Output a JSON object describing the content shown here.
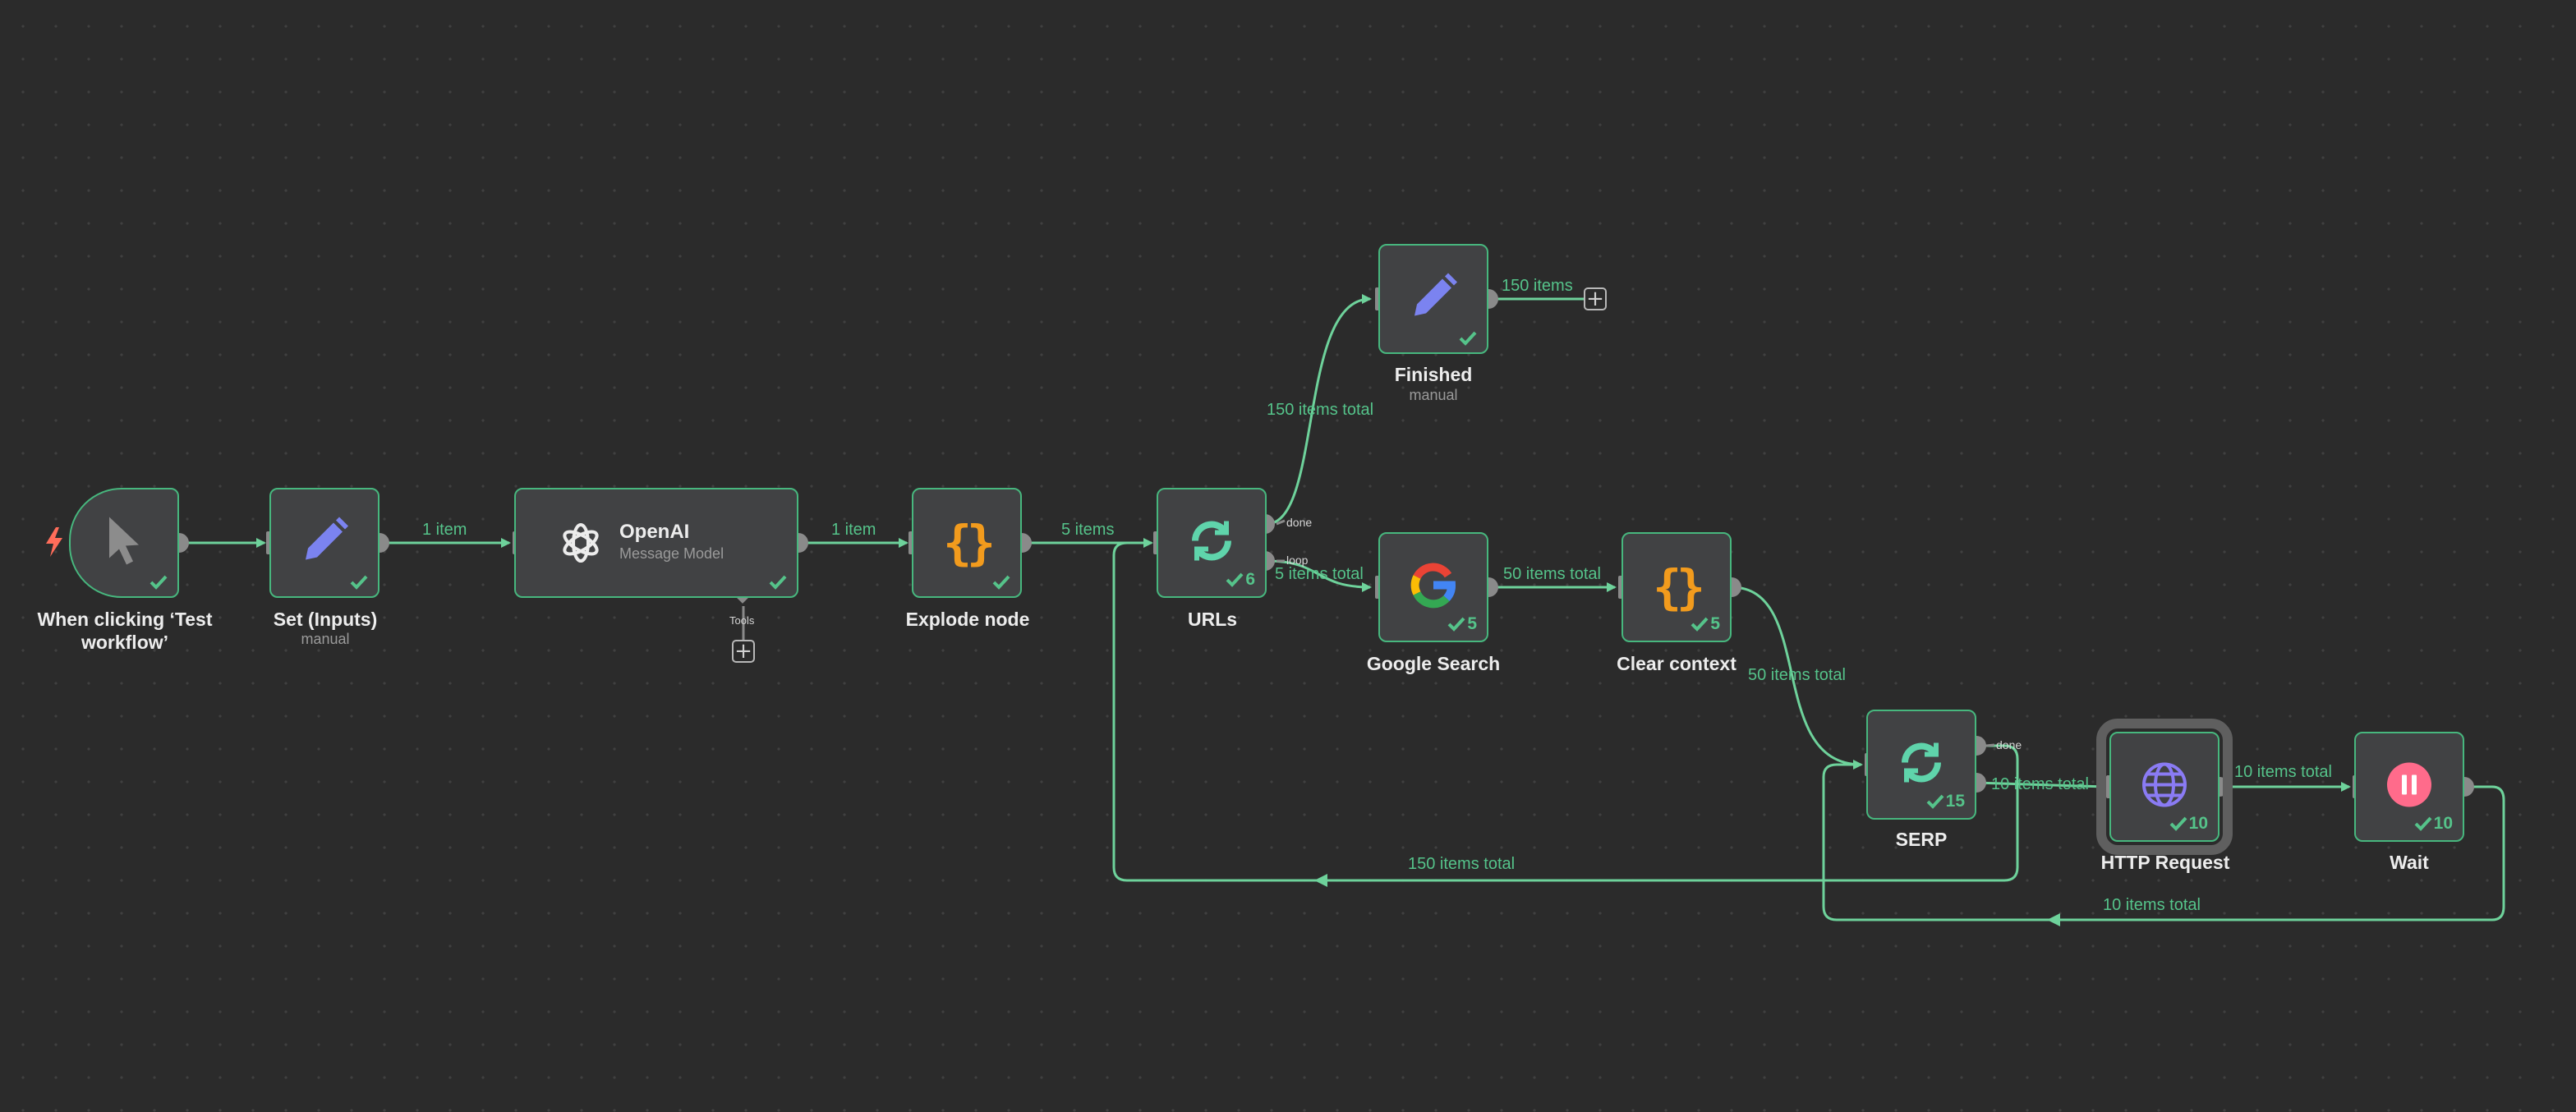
{
  "colors": {
    "canvas": "#2b2b2b",
    "node": "#414244",
    "success": "#47b77e",
    "edge": "#6ed29b",
    "port": "#8a8a8a",
    "text": "#ededed",
    "subtext": "#9a9a9a",
    "trigger": "#ff6d5a",
    "pencil": "#7b83f0",
    "code": "#f29b1d",
    "loop": "#5fd4ab",
    "http": "#8a7bf4",
    "wait": "#ff6b8b"
  },
  "nodes": {
    "trigger": {
      "label": "When clicking ‘Test workflow’",
      "icon": "cursor-icon"
    },
    "set_inputs": {
      "label": "Set (Inputs)",
      "sub": "manual",
      "icon": "pencil-icon"
    },
    "openai": {
      "title": "OpenAI",
      "sub": "Message Model",
      "tools_label": "Tools",
      "icon": "openai-icon"
    },
    "explode": {
      "label": "Explode node",
      "icon": "code-braces-icon"
    },
    "urls": {
      "label": "URLs",
      "count": "6",
      "icon": "loop-icon",
      "port_done": "done",
      "port_loop": "loop"
    },
    "finished": {
      "label": "Finished",
      "sub": "manual",
      "icon": "pencil-icon"
    },
    "google": {
      "label": "Google Search",
      "count": "5",
      "icon": "google-icon"
    },
    "clear": {
      "label": "Clear context",
      "count": "5",
      "icon": "code-braces-icon"
    },
    "serp": {
      "label": "SERP",
      "count": "15",
      "icon": "loop-icon",
      "port_done": "done"
    },
    "http": {
      "label": "HTTP Request",
      "count": "10",
      "icon": "globe-icon"
    },
    "wait": {
      "label": "Wait",
      "count": "10",
      "icon": "pause-icon"
    }
  },
  "edges": {
    "trigger_set": "1 item",
    "openai_explode": "1 item",
    "explode_urls": "5 items",
    "urls_finished": "150 items total",
    "finished_out": "150 items",
    "urls_google": "5 items total",
    "google_clear": "50 items total",
    "clear_serp": "50 items total",
    "serp_http": "10 items total",
    "http_wait": "10 items total",
    "serp_urls_back": "150 items total",
    "wait_serp_back": "10 items total"
  }
}
